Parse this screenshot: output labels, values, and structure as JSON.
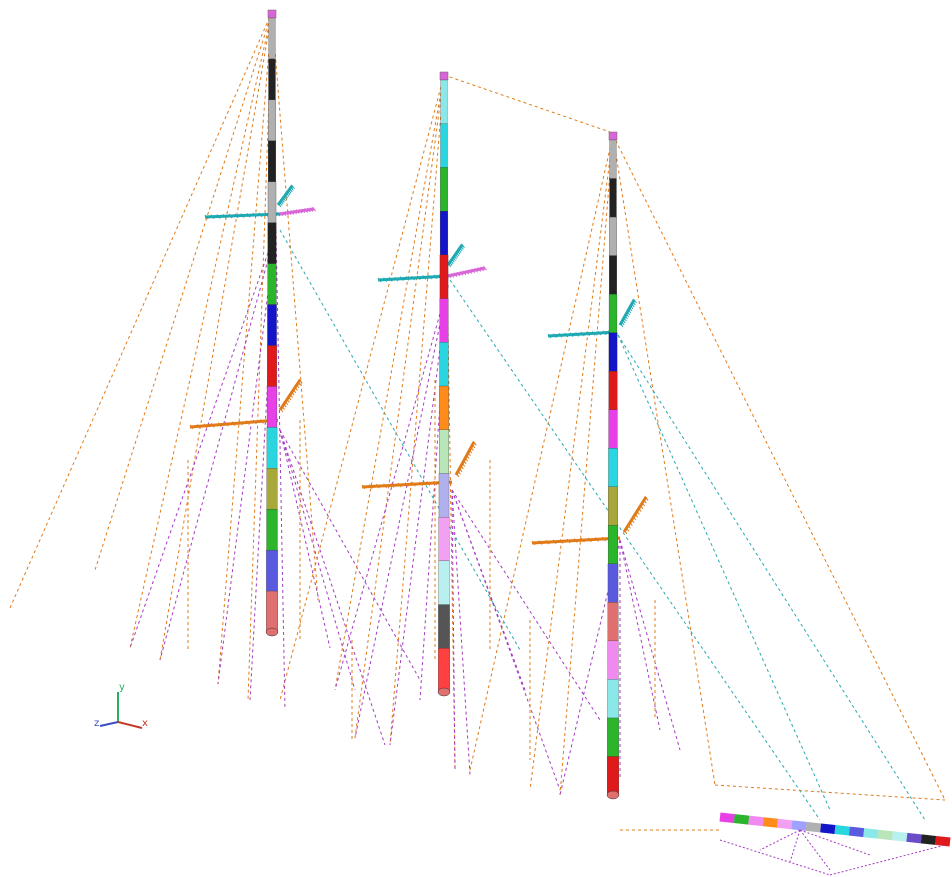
{
  "viewport": {
    "background": "#ffffff"
  },
  "axis_triad": {
    "x_label": "x",
    "y_label": "y",
    "z_label": "z",
    "x_color": "#c0392b",
    "y_color": "#27ae60",
    "z_color": "#3a4fc4"
  },
  "colors": {
    "backstay": "#e07b1a",
    "shroud": "#a63bc2",
    "forestay": "#2aa8b0",
    "yard_lower": "#e07b1a",
    "yard_upper": "#1fa9b3",
    "masthead_pink": "#d966d9"
  },
  "mast_segment_palette": [
    "#b0b0b0",
    "#222222",
    "#2ab52a",
    "#1414c8",
    "#e01a1a",
    "#e640e6",
    "#29d6e0",
    "#a8a83a",
    "#2ab52a",
    "#5a5ae0",
    "#e07070",
    "#f08af0",
    "#8ae8e8",
    "#555555",
    "#ff8c1a",
    "#b8e6b8",
    "#b0b0ec",
    "#f2a0f2",
    "#b8f0f0",
    "#ff4040",
    "#a0a0ff",
    "#6a4bc8",
    "#20c8c8"
  ]
}
